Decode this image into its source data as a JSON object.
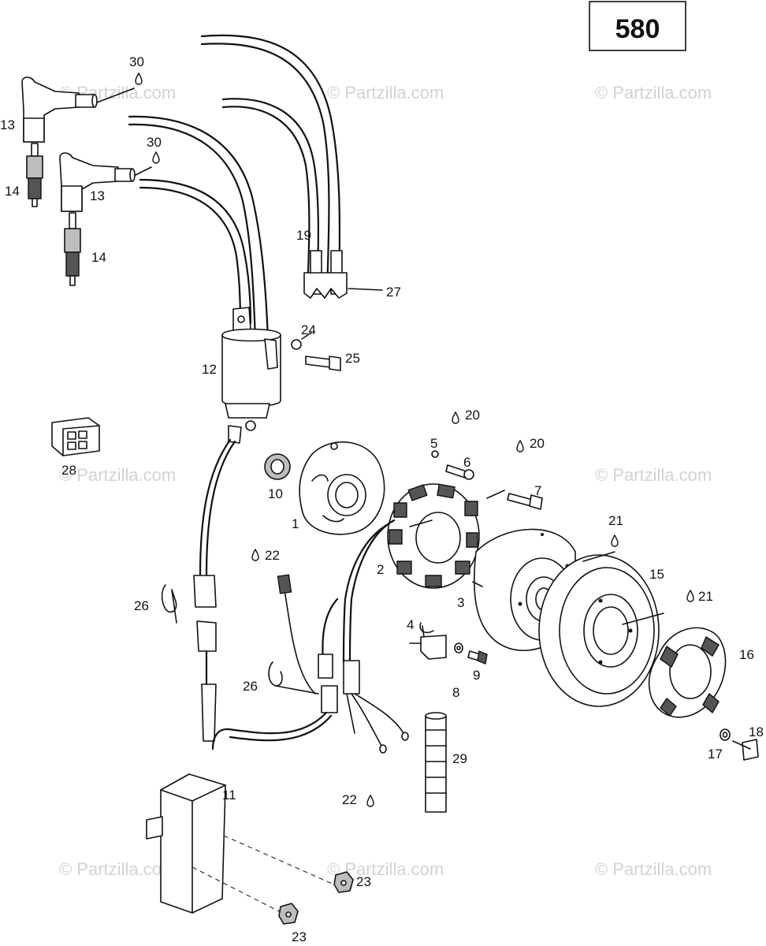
{
  "engine_badge": "580",
  "watermark": "© Partzilla.com",
  "callouts": {
    "c1": "1",
    "c2": "2",
    "c3": "3",
    "c4": "4",
    "c5": "5",
    "c6": "6",
    "c7": "7",
    "c8": "8",
    "c9": "9",
    "c10": "10",
    "c11": "11",
    "c12": "12",
    "c13a": "13",
    "c13b": "13",
    "c14a": "14",
    "c14b": "14",
    "c15": "15",
    "c16": "16",
    "c17": "17",
    "c18": "18",
    "c19": "19",
    "c20a": "20",
    "c20b": "20",
    "c21a": "21",
    "c21b": "21",
    "c22a": "22",
    "c22b": "22",
    "c23a": "23",
    "c23b": "23",
    "c24": "24",
    "c25": "25",
    "c26a": "26",
    "c26b": "26",
    "c27": "27",
    "c28": "28",
    "c29": "29",
    "c30a": "30",
    "c30b": "30"
  }
}
